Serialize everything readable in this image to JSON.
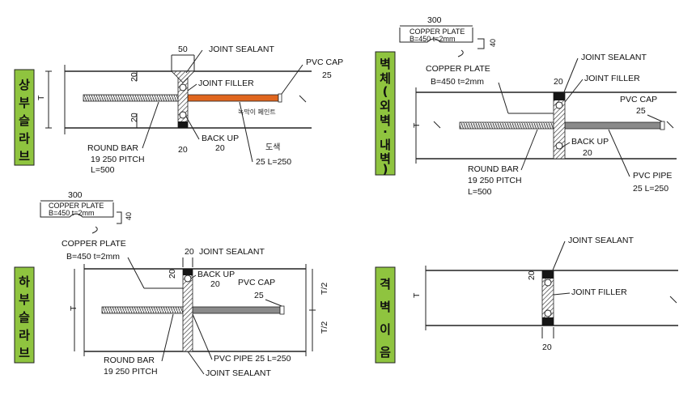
{
  "colors": {
    "tab_bg": "#8fc43f",
    "orange_pipe": "#e0661e",
    "gray_pipe": "#8a8a8a",
    "sealant_black": "#151515"
  },
  "panels": {
    "upper_slab": {
      "tab": [
        "상",
        "부",
        "슬",
        "라",
        "브"
      ],
      "dim_top": "50",
      "joint_sealant": "JOINT SEALANT",
      "joint_filler": "JOINT FILLER",
      "pvc_cap": "PVC CAP",
      "pvc_cap_num": "25",
      "dim_20_upper": "20",
      "dim_20_lower": "20",
      "dim_T": "T",
      "green_paint": "녹막이 페인트",
      "back_up": "BACK UP",
      "back_up_num": "20",
      "round_bar": "ROUND BAR",
      "pitch": "19 250 PITCH",
      "length": "L=500",
      "bottom_20": "20",
      "paint": "도색",
      "pipe_len": "25 L=250"
    },
    "wall": {
      "tab": [
        "벽",
        "체",
        "(",
        "외",
        "벽",
        "·",
        "내",
        "벽",
        ")"
      ],
      "copper_dim": "300",
      "copper_plate_box_1": "COPPER PLATE",
      "copper_plate_box_2": "B=450 t=2mm",
      "copper_side": "40",
      "copper_plate": "COPPER PLATE",
      "copper_spec": "B=450 t=2mm",
      "joint_sealant": "JOINT SEALANT",
      "joint_filler": "JOINT FILLER",
      "dim_20": "20",
      "pvc_cap": "PVC CAP",
      "pvc_cap_num": "25",
      "dim_T": "T",
      "back_up": "BACK UP",
      "back_up_num": "20",
      "round_bar": "ROUND BAR",
      "pitch": "19 250 PITCH",
      "length": "L=500",
      "pvc_pipe": "PVC PIPE",
      "pipe_len": "25 L=250"
    },
    "lower_slab": {
      "tab": [
        "하",
        "부",
        "슬",
        "라",
        "브"
      ],
      "copper_dim": "300",
      "copper_plate_box_1": "COPPER PLATE",
      "copper_plate_box_2": "B=450 t=2mm",
      "copper_side": "40",
      "copper_plate": "COPPER PLATE",
      "copper_spec": "B=450 t=2mm",
      "dim_20_top": "20",
      "joint_sealant_top": "JOINT SEALANT",
      "dim_20_side": "20",
      "back_up": "BACK UP",
      "back_up_num": "20",
      "pvc_cap": "PVC CAP",
      "pvc_cap_num": "25",
      "dim_T": "T",
      "t_half_1": "T/2",
      "t_half_2": "T/2",
      "round_bar": "ROUND BAR",
      "pitch": "19 250 PITCH",
      "pvc_pipe": "PVC PIPE  25 L=250",
      "joint_sealant_bottom": "JOINT SEALANT"
    },
    "partition": {
      "tab": [
        "격",
        "벽",
        "이",
        "음"
      ],
      "joint_sealant": "JOINT SEALANT",
      "joint_filler": "JOINT FILLER",
      "dim_20_side": "20",
      "dim_20_bottom": "20",
      "dim_T": "T"
    }
  }
}
